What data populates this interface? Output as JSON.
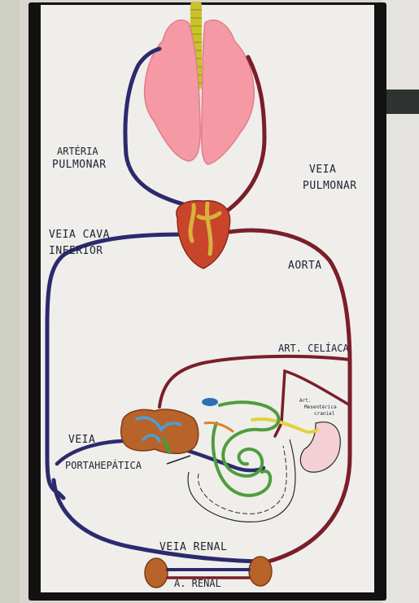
{
  "labels": {
    "arteria_pulmonar_l1": "ARTÉRIA",
    "arteria_pulmonar_l2": "PULMONAR",
    "veia_pulmonar_l1": "VEIA",
    "veia_pulmonar_l2": "PULMONAR",
    "veia_cava_l1": "VEIA CAVA",
    "veia_cava_l2": "INFERIOR",
    "aorta": "AORTA",
    "art_celiaca": "ART. CELÍACA",
    "art_mesenterica_l1": "Art.",
    "art_mesenterica_l2": "Mesentérica",
    "art_mesenterica_l3": "cranial",
    "veia_porta_l1": "VEIA",
    "veia_porta_l2": "PORTAHEPÁTICA",
    "veia_renal": "VEIA RENAL",
    "a_renal": "A. RENAL"
  },
  "colors": {
    "vein": "#2b2a6e",
    "artery": "#7a1e2a",
    "lung": "#f59aa5",
    "heart": "#c8452b",
    "liver": "#b8632a",
    "intestine": "#4f9c3f"
  }
}
